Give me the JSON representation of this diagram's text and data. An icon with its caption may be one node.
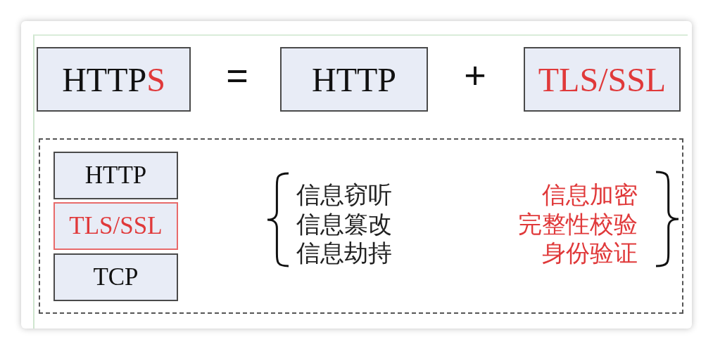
{
  "diagram": {
    "nodes": [
      {
        "text": [
          "HTTPS"
        ]
      },
      {
        "text": [
          "HTTP"
        ]
      },
      {
        "text": [
          "TLS/SSL"
        ]
      },
      {
        "text": [],
        "shape": "box"
      },
      {
        "text": [
          "HTTP"
        ],
        "in": 3
      },
      {
        "text": [
          "TLS/SSL"
        ],
        "in": 3
      },
      {
        "text": [
          "TCP"
        ],
        "in": 3
      }
    ],
    "labels": [
      "=",
      "+",
      "信息窃听",
      "信息篡改",
      "信息劫持",
      "信息加密",
      "完整性校验",
      "身份验证"
    ]
  }
}
